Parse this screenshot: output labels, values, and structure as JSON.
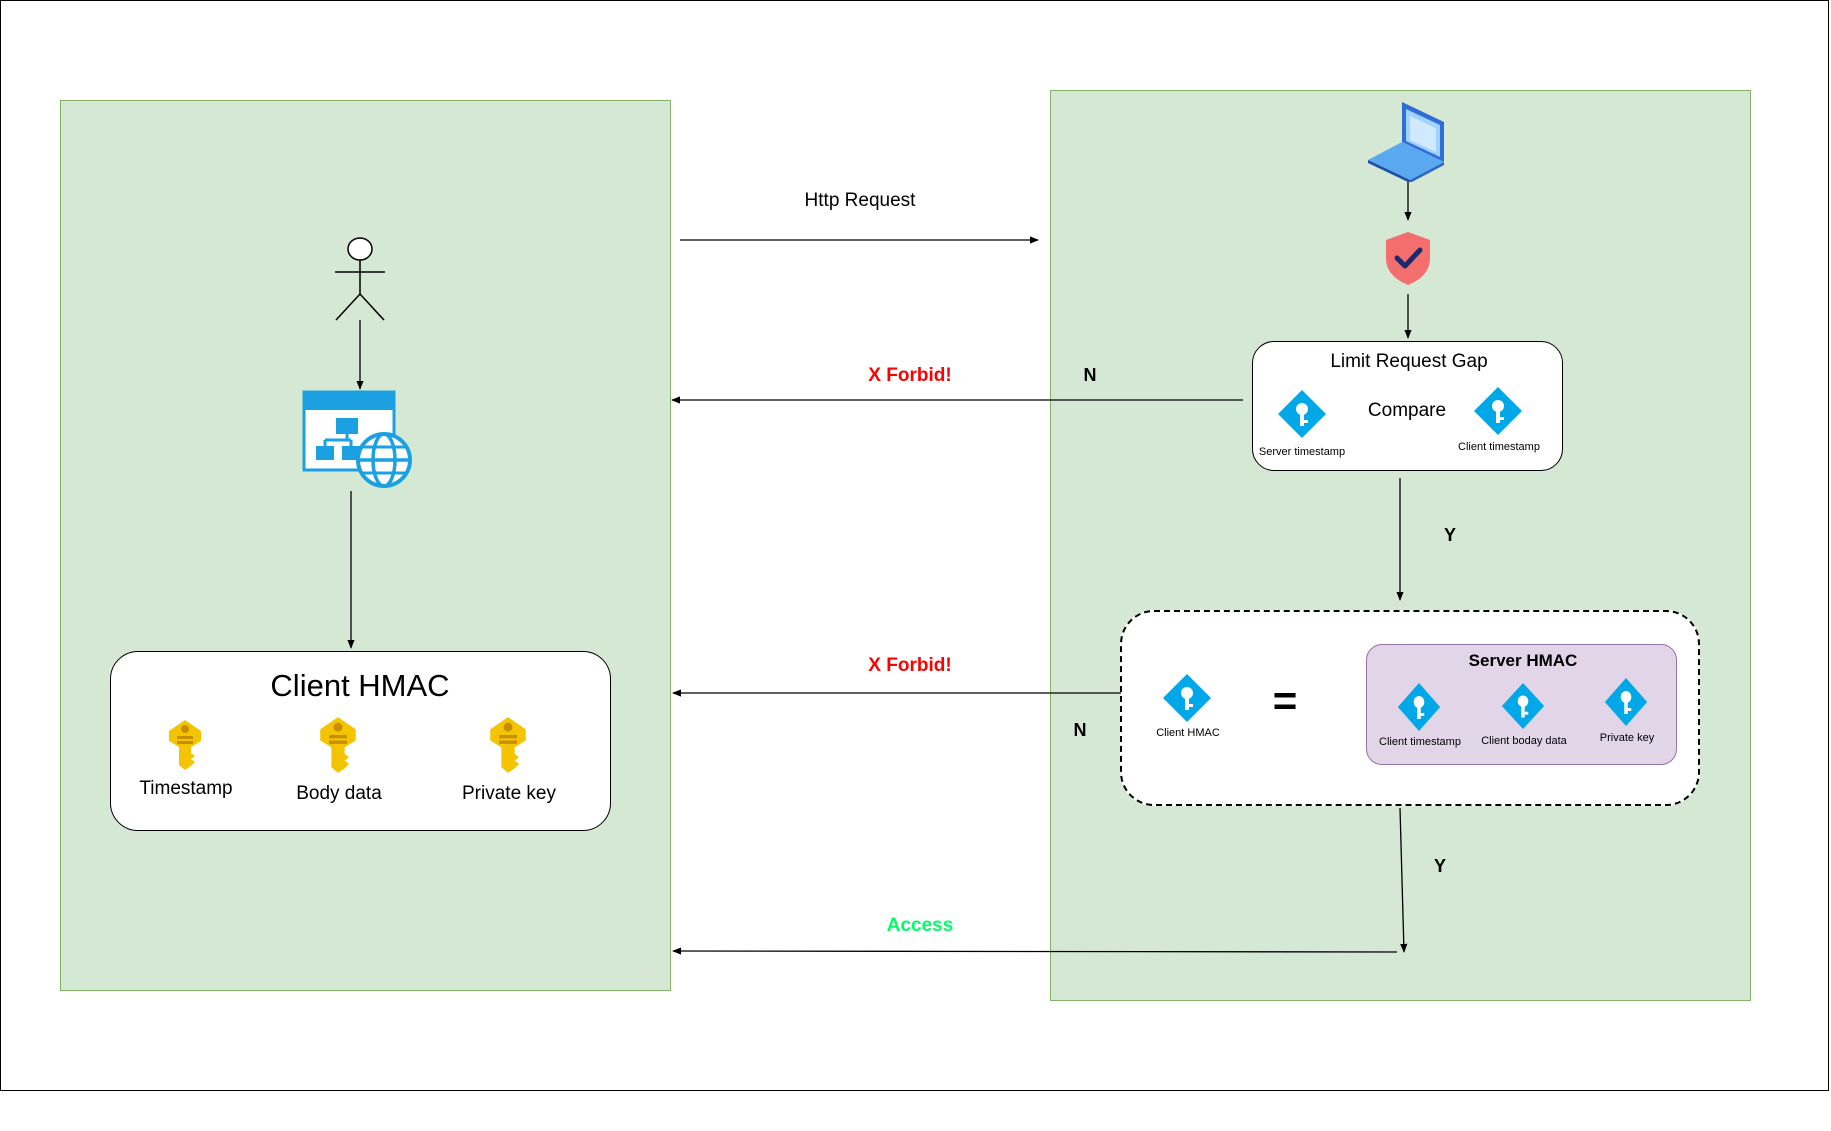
{
  "arrows": {
    "request": "Http Request",
    "forbid_gap": "X Forbid!",
    "forbid_hmac": "X Forbid!",
    "access": "Access"
  },
  "branches": {
    "gap_no": "N",
    "gap_yes": "Y",
    "hmac_no": "N",
    "hmac_yes": "Y"
  },
  "client": {
    "hmac_title": "Client HMAC",
    "keys": [
      "Timestamp",
      "Body data",
      "Private key"
    ]
  },
  "server": {
    "gap_box": {
      "title": "Limit Request Gap",
      "compare": "Compare",
      "left_key": "Server timestamp",
      "right_key": "Client timestamp"
    },
    "hmac_check": {
      "client_key": "Client HMAC",
      "equals": "=",
      "server_title": "Server HMAC",
      "server_keys": [
        "Client timestamp",
        "Client boday data",
        "Private key"
      ]
    }
  },
  "colors": {
    "panel_fill": "#d5e8d4",
    "panel_stroke": "#82b366",
    "forbid": "#ff0000",
    "access": "#00ff66",
    "key_gold": "#f5c400",
    "key_azure": "#00a8e8",
    "shield": "#f46e6e",
    "purple_fill": "#e1d5e7"
  },
  "icons": [
    "actor-icon",
    "web-app-icon",
    "laptop-icon",
    "shield-check-icon",
    "gold-key-icon",
    "azure-key-icon"
  ]
}
